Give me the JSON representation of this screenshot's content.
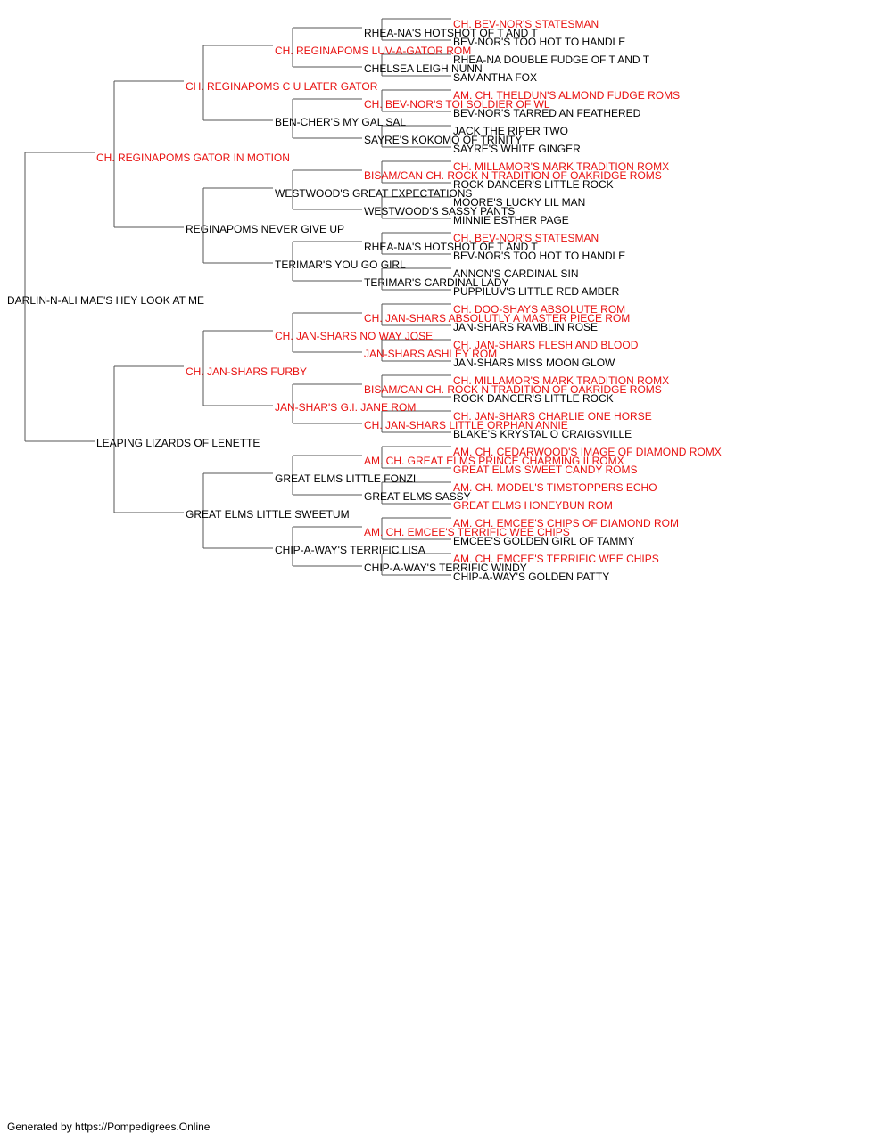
{
  "colors": {
    "champion": "#e8100f",
    "normal": "#000000",
    "line": "#555555"
  },
  "footer": "Generated by https://Pompedigrees.Online",
  "pedigree": [
    {
      "name": "DARLIN-N-ALI MAE'S HEY LOOK AT ME",
      "red": false
    },
    {
      "name": "CH. REGINAPOMS GATOR IN MOTION",
      "red": true
    },
    {
      "name": "LEAPING LIZARDS OF LENETTE",
      "red": false
    },
    {
      "name": "CH. REGINAPOMS C U LATER GATOR",
      "red": true
    },
    {
      "name": "REGINAPOMS NEVER GIVE UP",
      "red": false
    },
    {
      "name": "CH. JAN-SHARS FURBY",
      "red": true
    },
    {
      "name": "GREAT ELMS LITTLE SWEETUM",
      "red": false
    },
    {
      "name": "CH. REGINAPOMS LUV-A-GATOR ROM",
      "red": true
    },
    {
      "name": "BEN-CHER'S MY GAL SAL",
      "red": false
    },
    {
      "name": "WESTWOOD'S GREAT EXPECTATIONS",
      "red": false
    },
    {
      "name": "TERIMAR'S YOU GO GIRL",
      "red": false
    },
    {
      "name": "CH. JAN-SHARS NO WAY JOSE",
      "red": true
    },
    {
      "name": "JAN-SHAR'S G.I. JANE ROM",
      "red": true
    },
    {
      "name": "GREAT ELMS LITTLE FONZI",
      "red": false
    },
    {
      "name": "CHIP-A-WAY'S TERRIFIC LISA",
      "red": false
    },
    {
      "name": "RHEA-NA'S HOTSHOT OF T AND T",
      "red": false
    },
    {
      "name": "CHELSEA LEIGH NUNN",
      "red": false
    },
    {
      "name": "CH. BEV-NOR'S TOI SOLDIER OF WL",
      "red": true
    },
    {
      "name": "SAYRE'S KOKOMO OF TRINITY",
      "red": false
    },
    {
      "name": "BISAM/CAN CH. ROCK N TRADITION OF OAKRIDGE ROMS",
      "red": true
    },
    {
      "name": "WESTWOOD'S SASSY PANTS",
      "red": false
    },
    {
      "name": "RHEA-NA'S HOTSHOT OF T AND T",
      "red": false
    },
    {
      "name": "TERIMAR'S CARDINAL LADY",
      "red": false
    },
    {
      "name": "CH. JAN-SHARS ABSOLUTLY A MASTER PIECE ROM",
      "red": true
    },
    {
      "name": "JAN-SHARS ASHLEY ROM",
      "red": true
    },
    {
      "name": "BISAM/CAN CH. ROCK N TRADITION OF OAKRIDGE ROMS",
      "red": true
    },
    {
      "name": "CH. JAN-SHARS LITTLE ORPHAN ANNIE",
      "red": true
    },
    {
      "name": "AM. CH. GREAT ELMS PRINCE CHARMING II ROMX",
      "red": true
    },
    {
      "name": "GREAT ELMS SASSY",
      "red": false
    },
    {
      "name": "AM. CH. EMCEE'S TERRIFIC WEE CHIPS",
      "red": true
    },
    {
      "name": "CHIP-A-WAY'S TERRIFIC WINDY",
      "red": false
    },
    {
      "name": "CH. BEV-NOR'S STATESMAN",
      "red": true
    },
    {
      "name": "BEV-NOR'S TOO HOT TO HANDLE",
      "red": false
    },
    {
      "name": "RHEA-NA DOUBLE FUDGE OF T AND T",
      "red": false
    },
    {
      "name": "SAMANTHA FOX",
      "red": false
    },
    {
      "name": "AM. CH. THELDUN'S ALMOND FUDGE ROMS",
      "red": true
    },
    {
      "name": "BEV-NOR'S TARRED AN FEATHERED",
      "red": false
    },
    {
      "name": "JACK THE RIPER TWO",
      "red": false
    },
    {
      "name": "SAYRE'S WHITE GINGER",
      "red": false
    },
    {
      "name": "CH. MILLAMOR'S MARK TRADITION ROMX",
      "red": true
    },
    {
      "name": "ROCK DANCER'S LITTLE ROCK",
      "red": false
    },
    {
      "name": "MOORE'S LUCKY LIL MAN",
      "red": false
    },
    {
      "name": "MINNIE ESTHER PAGE",
      "red": false
    },
    {
      "name": "CH. BEV-NOR'S STATESMAN",
      "red": true
    },
    {
      "name": "BEV-NOR'S TOO HOT TO HANDLE",
      "red": false
    },
    {
      "name": "ANNON'S CARDINAL SIN",
      "red": false
    },
    {
      "name": "PUPPILUV'S LITTLE RED AMBER",
      "red": false
    },
    {
      "name": "CH. DOO-SHAYS ABSOLUTE ROM",
      "red": true
    },
    {
      "name": "JAN-SHARS RAMBLIN ROSE",
      "red": false
    },
    {
      "name": "CH. JAN-SHARS FLESH AND BLOOD",
      "red": true
    },
    {
      "name": "JAN-SHARS MISS MOON GLOW",
      "red": false
    },
    {
      "name": "CH. MILLAMOR'S MARK TRADITION ROMX",
      "red": true
    },
    {
      "name": "ROCK DANCER'S LITTLE ROCK",
      "red": false
    },
    {
      "name": "CH. JAN-SHARS CHARLIE ONE HORSE",
      "red": true
    },
    {
      "name": "BLAKE'S KRYSTAL O CRAIGSVILLE",
      "red": false
    },
    {
      "name": "AM. CH. CEDARWOOD'S IMAGE OF DIAMOND ROMX",
      "red": true
    },
    {
      "name": "GREAT ELMS SWEET CANDY ROMS",
      "red": true
    },
    {
      "name": "AM. CH. MODEL'S TIMSTOPPERS ECHO",
      "red": true
    },
    {
      "name": "GREAT ELMS HONEYBUN ROM",
      "red": true
    },
    {
      "name": "AM. CH. EMCEE'S CHIPS OF DIAMOND ROM",
      "red": true
    },
    {
      "name": "EMCEE'S GOLDEN GIRL OF TAMMY",
      "red": false
    },
    {
      "name": "AM. CH. EMCEE'S TERRIFIC WEE CHIPS",
      "red": true
    },
    {
      "name": "CHIP-A-WAY'S GOLDEN PATTY",
      "red": false
    }
  ]
}
